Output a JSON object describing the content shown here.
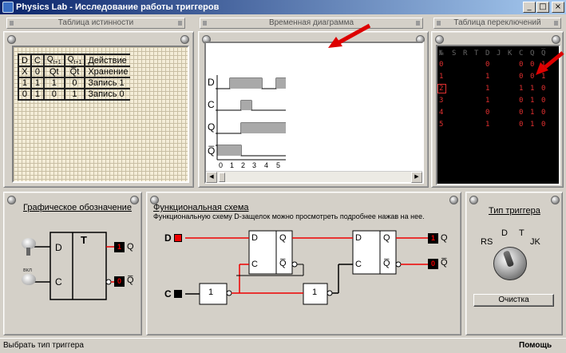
{
  "window": {
    "title": "Physics Lab - Исследование работы триггеров",
    "minimize": "_",
    "maximize": "□",
    "close": "×"
  },
  "panels": {
    "truth_table": "Таблица истинности",
    "timing": "Временная диаграмма",
    "switch_table": "Таблица переключений",
    "graphic_symbol": "Графическое обозначение",
    "functional": "Функциональная схема",
    "trigger_type": "Тип триггера"
  },
  "truth_table": {
    "headers": [
      "D",
      "C",
      "Qt+1",
      "Q̅t+1",
      "Действие"
    ],
    "rows": [
      [
        "X",
        "0",
        "Qt",
        "Q̅t",
        "Хранение"
      ],
      [
        "1",
        "1",
        "1",
        "0",
        "Запись 1"
      ],
      [
        "0",
        "1",
        "0",
        "1",
        "Запись 0"
      ]
    ]
  },
  "timing": {
    "signals": [
      "D",
      "C",
      "Q",
      "Q̅"
    ],
    "ticks": [
      "0",
      "1",
      "2",
      "3",
      "4",
      "5"
    ]
  },
  "switch_table": {
    "headers": [
      "№",
      "S",
      "R",
      "T",
      "D",
      "J",
      "K",
      "C",
      "Q",
      "Q̅"
    ],
    "rows": [
      [
        "0",
        "",
        "",
        "",
        "0",
        "",
        "",
        "0",
        "0",
        "1"
      ],
      [
        "1",
        "",
        "",
        "",
        "1",
        "",
        "",
        "0",
        "0",
        "1"
      ],
      [
        "2",
        "",
        "",
        "",
        "1",
        "",
        "",
        "1",
        "1",
        "0"
      ],
      [
        "3",
        "",
        "",
        "",
        "1",
        "",
        "",
        "0",
        "1",
        "0"
      ],
      [
        "4",
        "",
        "",
        "",
        "0",
        "",
        "",
        "0",
        "1",
        "0"
      ],
      [
        "5",
        "",
        "",
        "",
        "1",
        "",
        "",
        "0",
        "1",
        "0"
      ]
    ]
  },
  "symbol": {
    "box_label": "T",
    "input_d": "D",
    "input_c": "C",
    "out_q": "Q",
    "out_qn": "Q̅",
    "switch_label": "вкл",
    "out_q_value": "1",
    "out_qn_value": "0"
  },
  "functional": {
    "description": "Функциональную схему D-защелок можно просмотреть подробнее нажав на нее.",
    "in_d": "D",
    "in_c": "C",
    "latch_d": "D",
    "latch_c": "C",
    "latch_q": "Q",
    "latch_qn": "Q̅",
    "not_label": "1",
    "out_q": "Q",
    "out_qn": "Q̅",
    "out_q_value": "1",
    "out_qn_value": "0"
  },
  "trigger_type": {
    "options": [
      "RS",
      "D",
      "T",
      "JK"
    ],
    "selected": "D",
    "clear_button": "Очистка"
  },
  "status": {
    "left": "Выбрать тип триггера",
    "help": "Помощь"
  },
  "colors": {
    "wire_active": "#e00000",
    "titlebar": "#0a246a",
    "switch_bg": "#000000",
    "switch_text": "#e23030"
  }
}
